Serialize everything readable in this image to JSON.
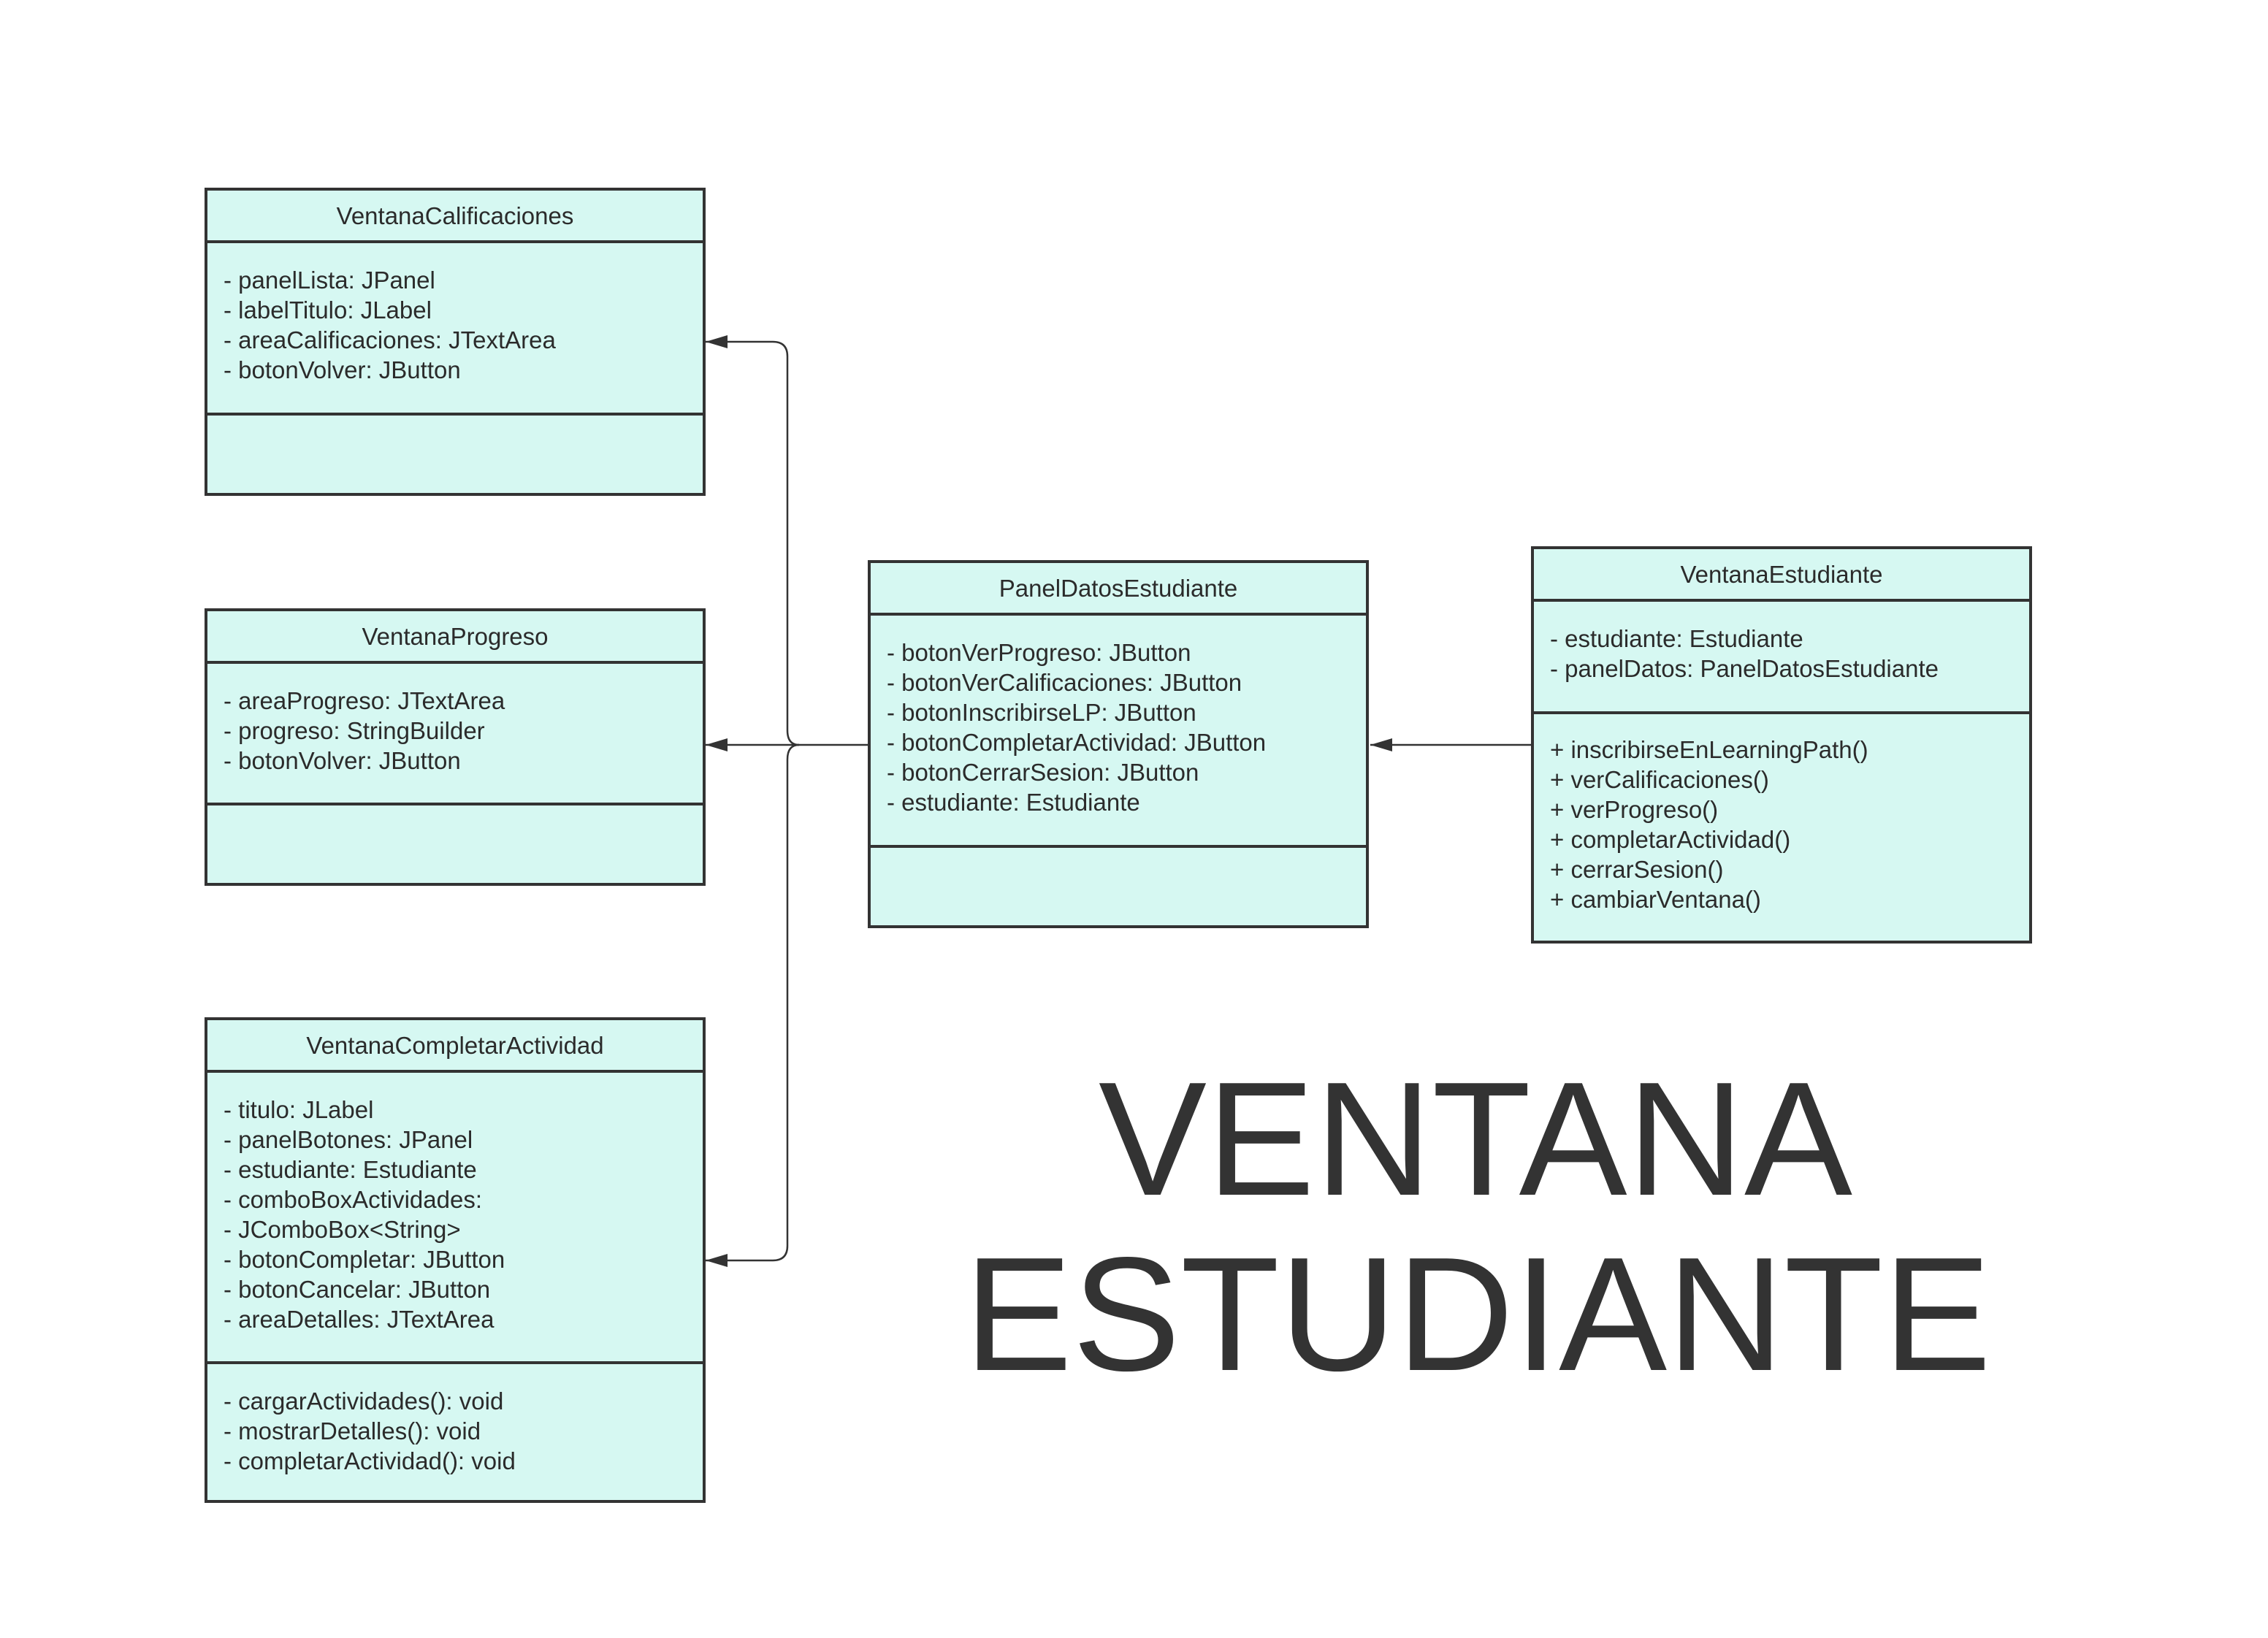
{
  "classes": {
    "ventana_calificaciones": {
      "name": "VentanaCalificaciones",
      "attributes": [
        "- panelLista: JPanel",
        "- labelTitulo: JLabel",
        "- areaCalificaciones: JTextArea",
        "- botonVolver: JButton"
      ],
      "methods": []
    },
    "ventana_progreso": {
      "name": "VentanaProgreso",
      "attributes": [
        "- areaProgreso: JTextArea",
        "- progreso: StringBuilder",
        "- botonVolver: JButton"
      ],
      "methods": []
    },
    "ventana_completar_actividad": {
      "name": "VentanaCompletarActividad",
      "attributes": [
        "- titulo: JLabel",
        "- panelBotones: JPanel",
        "- estudiante: Estudiante",
        "- comboBoxActividades:",
        "- JComboBox<String>",
        "- botonCompletar: JButton",
        "- botonCancelar: JButton",
        "- areaDetalles: JTextArea"
      ],
      "methods": [
        "- cargarActividades(): void",
        "- mostrarDetalles(): void",
        "- completarActividad(): void"
      ]
    },
    "panel_datos_estudiante": {
      "name": "PanelDatosEstudiante",
      "attributes": [
        "- botonVerProgreso: JButton",
        "- botonVerCalificaciones: JButton",
        "- botonInscribirseLP: JButton",
        "- botonCompletarActividad: JButton",
        "- botonCerrarSesion: JButton",
        "- estudiante: Estudiante"
      ],
      "methods": []
    },
    "ventana_estudiante": {
      "name": "VentanaEstudiante",
      "attributes": [
        "- estudiante: Estudiante",
        "- panelDatos: PanelDatosEstudiante"
      ],
      "methods": [
        "+ inscribirseEnLearningPath()",
        "+ verCalificaciones()",
        "+ verProgreso()",
        "+ completarActividad()",
        "+ cerrarSesion()",
        "+ cambiarVentana()"
      ]
    }
  },
  "title": {
    "line1": "VENTANA",
    "line2": "ESTUDIANTE"
  },
  "colors": {
    "class_fill": "#d6f8f2",
    "border": "#333333",
    "text": "#2b2b2b"
  }
}
